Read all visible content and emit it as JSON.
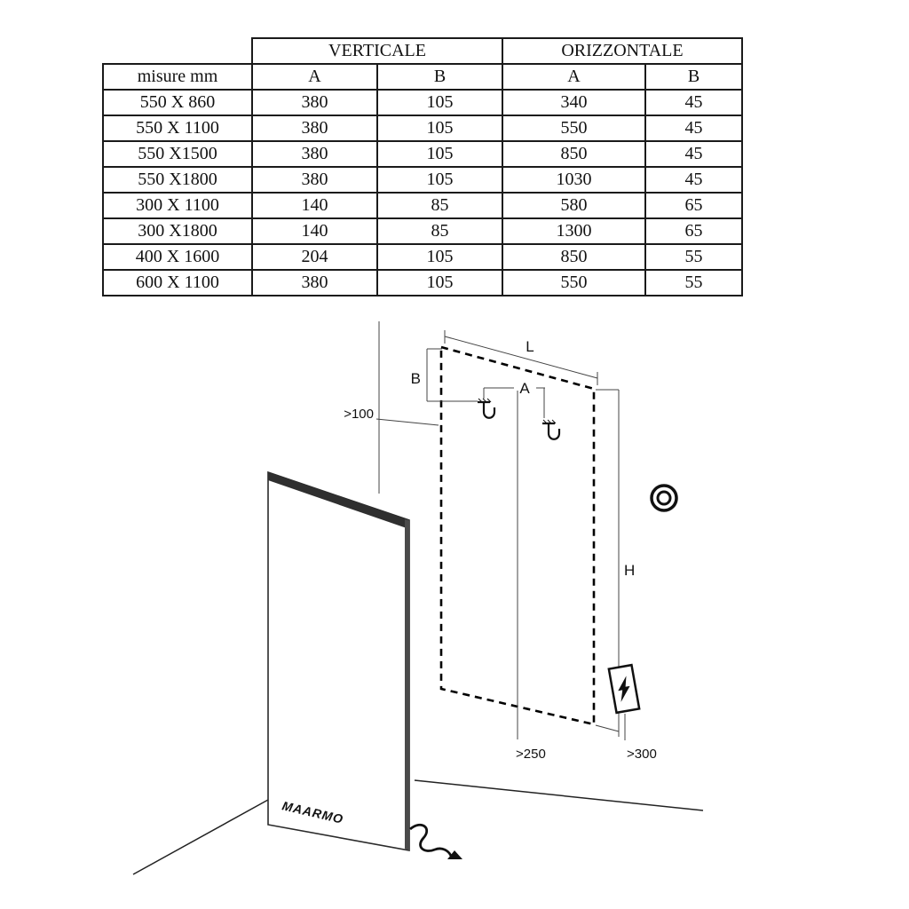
{
  "table": {
    "header": {
      "verticale": "VERTICALE",
      "orizzontale": "ORIZZONTALE",
      "misure": "misure mm",
      "sub": [
        "A",
        "B",
        "A",
        "B"
      ]
    },
    "rows": [
      {
        "size": "550 X 860",
        "v": [
          "380",
          "105",
          "340",
          "45"
        ]
      },
      {
        "size": "550 X 1100",
        "v": [
          "380",
          "105",
          "550",
          "45"
        ]
      },
      {
        "size": "550 X1500",
        "v": [
          "380",
          "105",
          "850",
          "45"
        ]
      },
      {
        "size": "550 X1800",
        "v": [
          "380",
          "105",
          "1030",
          "45"
        ]
      },
      {
        "size": "300 X 1100",
        "v": [
          "140",
          "85",
          "580",
          "65"
        ]
      },
      {
        "size": "300 X1800",
        "v": [
          "140",
          "85",
          "1300",
          "65"
        ]
      },
      {
        "size": "400 X 1600",
        "v": [
          "204",
          "105",
          "850",
          "55"
        ]
      },
      {
        "size": "600 X 1100",
        "v": [
          "380",
          "105",
          "550",
          "55"
        ]
      }
    ]
  },
  "diagram": {
    "labels": {
      "L": "L",
      "B": "B",
      "A": "A",
      "H": "H",
      "min_wall": ">100",
      "min_floor": ">250",
      "min_outlet": ">300",
      "brand": "MAARMO"
    }
  }
}
